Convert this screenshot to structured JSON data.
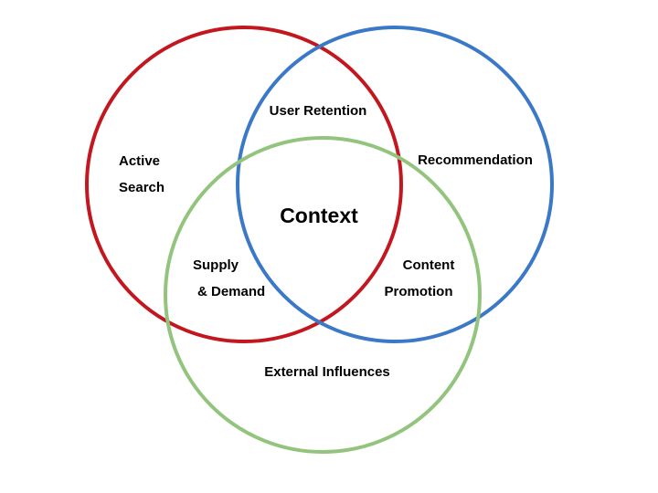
{
  "colors": {
    "red_circle": "#c3171f",
    "blue_circle": "#3b78c8",
    "green_circle": "#93c47d",
    "text": "#000000",
    "background": "#ffffff"
  },
  "labels": {
    "active": "Active",
    "search": "Search",
    "user_retention": "User Retention",
    "recommendation": "Recommendation",
    "context": "Context",
    "supply": "Supply",
    "and_demand": "& Demand",
    "content": "Content",
    "promotion": "Promotion",
    "external_influences": "External Influences"
  }
}
